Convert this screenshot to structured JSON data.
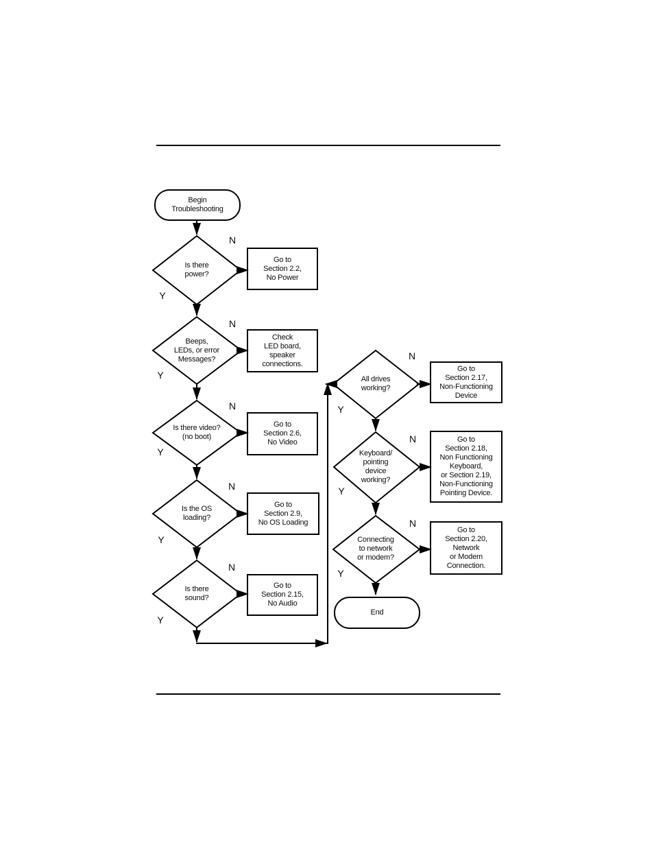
{
  "labels": {
    "yes": "Y",
    "no": "N"
  },
  "terminals": {
    "start": "Begin\nTroubleshooting",
    "end": "End"
  },
  "decisions": [
    {
      "text": "Is there\npower?"
    },
    {
      "text": "Beeps,\nLEDs, or error\nMessages?"
    },
    {
      "text": "Is there video?\n(no boot)"
    },
    {
      "text": "Is the OS\nloading?"
    },
    {
      "text": "Is there\nsound?"
    },
    {
      "text": "All drives\nworking?"
    },
    {
      "text": "Keyboard/\npointing\ndevice\nworking?"
    },
    {
      "text": "Connecting\nto network\nor modem?"
    }
  ],
  "actions": [
    {
      "text": "Go to\nSection 2.2,\nNo Power"
    },
    {
      "text": "Check\nLED board,\nspeaker\nconnections."
    },
    {
      "text": "Go to\nSection 2.6,\nNo Video"
    },
    {
      "text": "Go to\nSection 2.9,\nNo OS Loading"
    },
    {
      "text": "Go to\nSection 2.15,\nNo Audio"
    },
    {
      "text": "Go to\nSection 2.17,\nNon-Functioning\nDevice"
    },
    {
      "text": "Go to\nSection 2.18,\nNon Functioning\nKeyboard,\nor Section 2.19,\nNon-Functioning\nPointing Device."
    },
    {
      "text": "Go to\nSection 2.20,\nNetwork\nor Modem\nConnection."
    }
  ],
  "colors": {
    "ink": "#000000",
    "background": "#ffffff"
  }
}
